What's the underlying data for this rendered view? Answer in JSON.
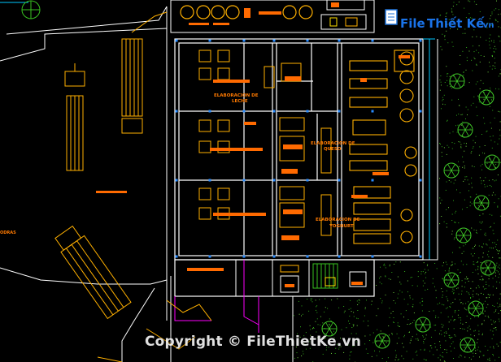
{
  "labels": {
    "milk_room": [
      "ELABORACION DE",
      "LECHE"
    ],
    "cheese_room": [
      "ELABORACION DE",
      "QUESO"
    ],
    "yogurt_room": [
      "ELABORACION DE",
      "YOGHURT"
    ],
    "left_area_label": "ODRAS",
    "center_yard_label": "▬▬▬ ▬▬"
  },
  "logo": {
    "text_part1": "File",
    "text_part2": "Thiết Kế",
    "text_part3": ".vn"
  },
  "watermark": "Copyright © FileThietKe.vn",
  "colors": {
    "background": "#000000",
    "wall": "#ffffff",
    "equipment": "#ffb000",
    "accent": "#ff6a00",
    "magenta": "#ff00ff",
    "cyan": "#00c8ff",
    "green": "#38c020",
    "yellow": "#ffe000"
  }
}
